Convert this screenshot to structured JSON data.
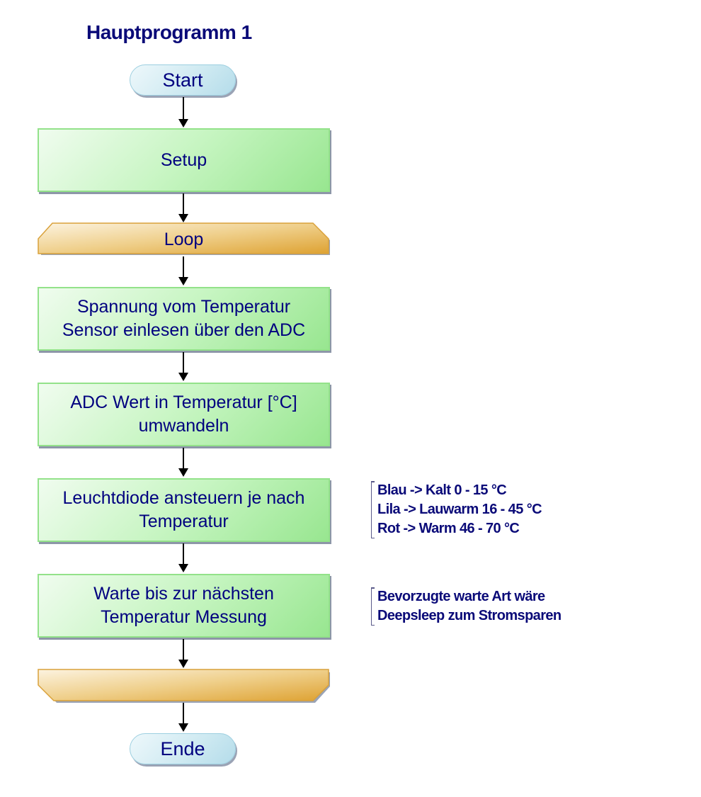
{
  "title": "Hauptprogramm 1",
  "nodes": {
    "start": "Start",
    "setup": "Setup",
    "loop_start": "Loop",
    "step1": [
      "Spannung vom Temperatur",
      "Sensor einlesen über den ADC"
    ],
    "step2": [
      "ADC Wert in Temperatur [°C]",
      "umwandeln"
    ],
    "step3": [
      "Leuchtdiode ansteuern je nach",
      "Temperatur"
    ],
    "step4": [
      "Warte bis zur nächsten",
      "Temperatur Messung"
    ],
    "loop_end": "",
    "end": "Ende"
  },
  "comments": {
    "led": [
      "Blau -> Kalt 0 - 15 °C",
      "Lila -> Lauwarm 16 - 45 °C",
      "Rot -> Warm 46 - 70 °C"
    ],
    "wait": [
      "Bevorzugte warte Art wäre",
      "Deepsleep zum Stromsparen"
    ]
  },
  "colors": {
    "text": "#00007f",
    "process_fill": "#c6f5c1",
    "loop_fill": "#e8b84c",
    "terminal_fill": "#cde9f1"
  }
}
